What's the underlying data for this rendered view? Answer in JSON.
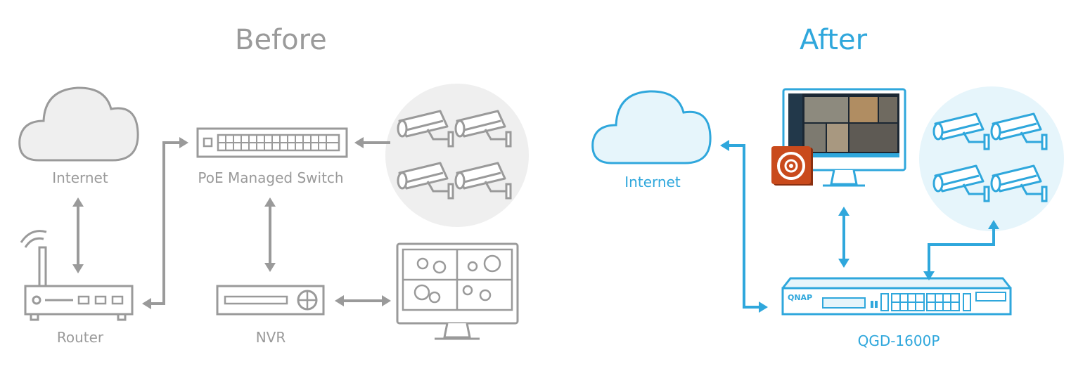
{
  "before": {
    "title": "Before",
    "labels": {
      "internet": "Internet",
      "switch": "PoE Managed Switch",
      "router": "Router",
      "nvr": "NVR"
    }
  },
  "after": {
    "title": "After",
    "labels": {
      "internet": "Internet",
      "device": "QGD-1600P"
    },
    "device_brand": "QNAP"
  },
  "colors": {
    "before": "#9a9a9a",
    "before_fill": "#efefef",
    "after": "#2fa7dc",
    "after_fill": "#e6f5fb",
    "camera_badge": "#c94a1c"
  },
  "icons": [
    "cloud-icon",
    "router-icon",
    "switch-icon",
    "camera-icon",
    "nvr-icon",
    "monitor-icon",
    "surveillance-app-icon",
    "qnap-switch-icon"
  ]
}
